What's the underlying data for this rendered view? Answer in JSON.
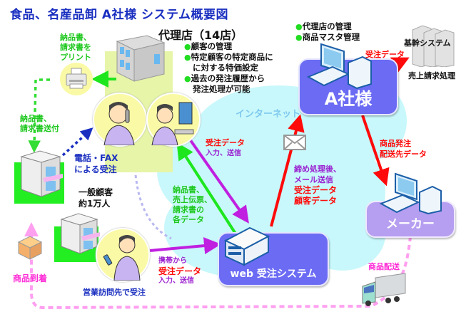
{
  "title": "食品、名産品卸 A社様 システム概要図",
  "agency": {
    "title": "代理店（14店）",
    "bullets": [
      [
        "顧客の管理"
      ],
      [
        "特定顧客の特定商品に",
        "に対する特価設定"
      ],
      [
        "過去の発注履歴から",
        "発注処理が可能"
      ]
    ]
  },
  "company": {
    "name": "A社様",
    "bullets": [
      "代理店の管理",
      "商品マスタ管理"
    ]
  },
  "core_system": {
    "name": "基幹システム",
    "sub": "売上請求処理",
    "arrow_label": "受注データ"
  },
  "internet_label": "インターネット",
  "web_system": {
    "name": "web 受注システム"
  },
  "maker": {
    "name": "メーカー"
  },
  "labels": {
    "print": [
      "納品書、",
      "請求書を",
      "プリント"
    ],
    "send_invoice": [
      "納品書、",
      "請求書送付"
    ],
    "phone_fax": [
      "電話・FAX",
      "による受注"
    ],
    "general_customers": [
      "一般顧客",
      "約1万人"
    ],
    "agency_order_1": "受注データ",
    "agency_order_2": "入力、送信",
    "web_to_agency": [
      "納品書、",
      "売上伝票、",
      "請求書の",
      "各データ"
    ],
    "mail_1": "締め処理後、",
    "mail_2": "メール送信",
    "mail_3": "受注データ",
    "mail_4": "顧客データ",
    "ship_1": "商品発注",
    "ship_2": "配送先データ",
    "mobile_1": "携帯から",
    "mobile_2": "受注データ",
    "mobile_3": "入力、送信",
    "sales_visit": "営業訪問先で受注",
    "arrival": "商品到着",
    "delivery": "商品配送"
  },
  "colors": {
    "title": "#1a2fc0",
    "company_box": "#6b6bf4",
    "maker_box": "#b69ef0",
    "cloud": "#c8f8fb",
    "agency_bg": "#e6f5a8",
    "green": "#1ec81e",
    "red": "#ff0a0a",
    "purple": "#c020e0",
    "magenta": "#ff7be8",
    "dashed_blue": "#1a2fc0",
    "lavender_dash": "#b8b8f0"
  }
}
